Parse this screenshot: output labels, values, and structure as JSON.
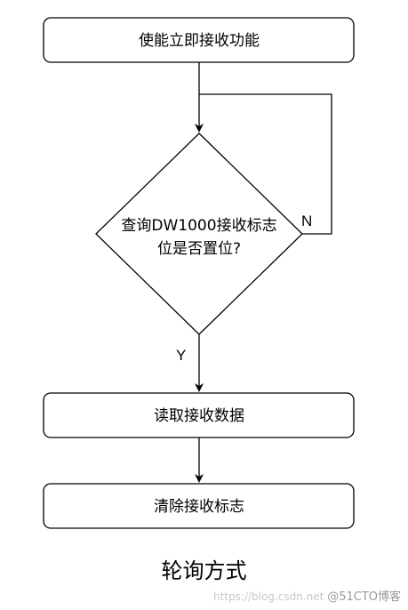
{
  "nodes": {
    "enable": "使能立即接收功能",
    "check_line1": "查询DW1000接收标志",
    "check_line2": "位是否置位?",
    "read": "读取接收数据",
    "clear": "清除接收标志"
  },
  "edges": {
    "no_label": "N",
    "yes_label": "Y"
  },
  "caption": "轮询方式",
  "watermark": {
    "left": "https://blog.csdn.net",
    "right": "@51CTO博客"
  },
  "colors": {
    "stroke": "#000000",
    "background": "#ffffff"
  }
}
